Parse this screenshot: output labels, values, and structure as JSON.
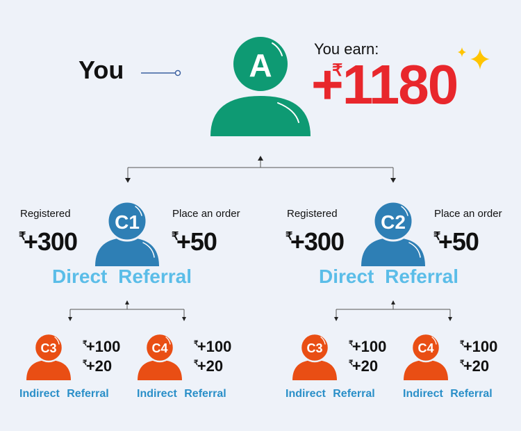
{
  "you_label": "You",
  "earn_label": "You earn:",
  "earn_currency": "₹",
  "earn_amount": "+1180",
  "root_avatar_letter": "A",
  "colors": {
    "root": "#0e9a73",
    "direct": "#2e7fb5",
    "indirect": "#e94e14",
    "earn_red": "#e8272c",
    "direct_label": "#5bbde8",
    "indirect_label": "#2a8fc8",
    "sparkle": "#ffc400"
  },
  "branches": [
    {
      "avatar_letter": "C1",
      "registered_label": "Registered",
      "registered_amount": "+300",
      "order_label": "Place an order",
      "order_amount": "+50",
      "type_label": "Direct  Referral",
      "children": [
        {
          "avatar_letter": "C3",
          "amount1": "+100",
          "amount2": "+20",
          "type_label": "Indirect  Referral"
        },
        {
          "avatar_letter": "C4",
          "amount1": "+100",
          "amount2": "+20",
          "type_label": "Indirect  Referral"
        }
      ]
    },
    {
      "avatar_letter": "C2",
      "registered_label": "Registered",
      "registered_amount": "+300",
      "order_label": "Place an order",
      "order_amount": "+50",
      "type_label": "Direct  Referral",
      "children": [
        {
          "avatar_letter": "C3",
          "amount1": "+100",
          "amount2": "+20",
          "type_label": "Indirect  Referral"
        },
        {
          "avatar_letter": "C4",
          "amount1": "+100",
          "amount2": "+20",
          "type_label": "Indirect  Referral"
        }
      ]
    }
  ]
}
